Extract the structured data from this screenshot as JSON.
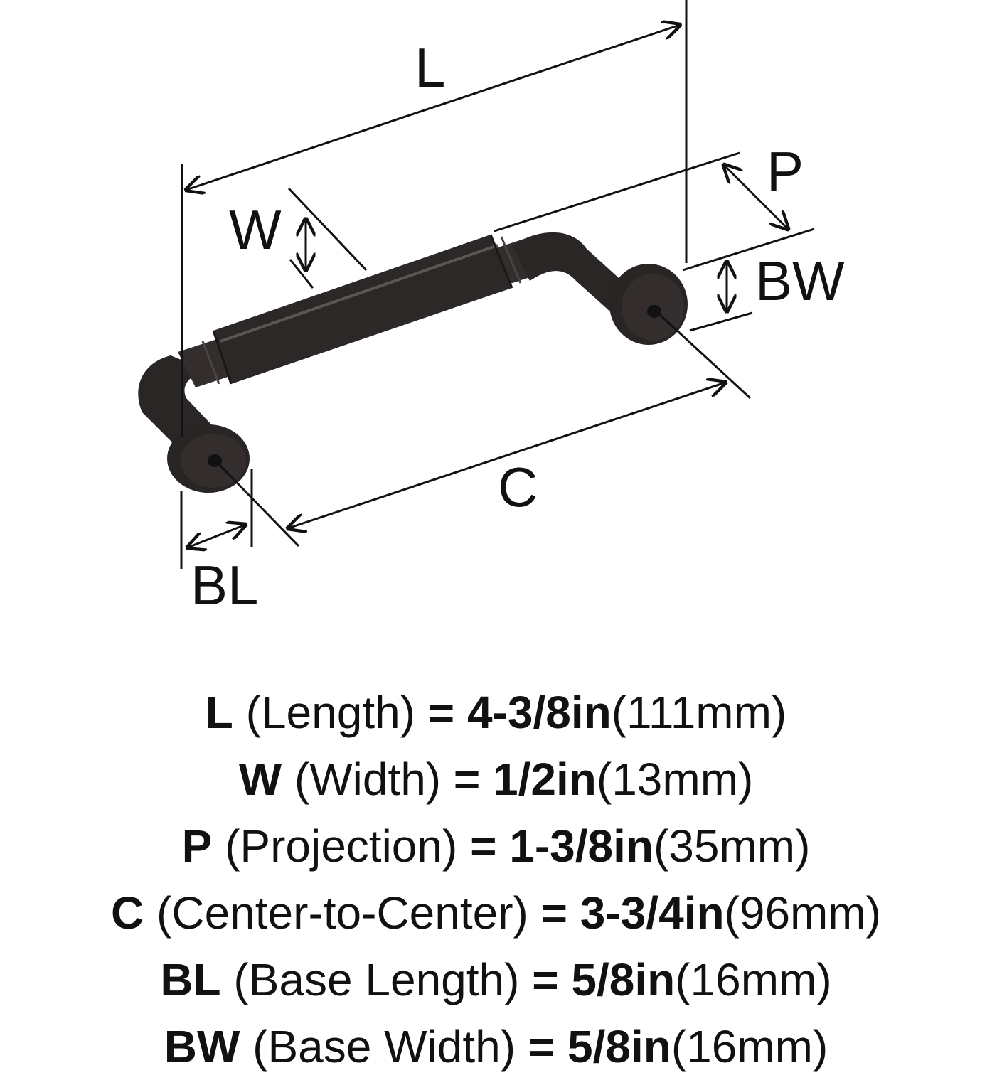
{
  "diagram": {
    "labels": {
      "L": "L",
      "W": "W",
      "P": "P",
      "BW": "BW",
      "C": "C",
      "BL": "BL"
    },
    "handle_color": "#2b2626",
    "line_color": "#111111"
  },
  "specs": [
    {
      "abbr": "L",
      "name": "(Length)",
      "eq": "=",
      "imperial": "4-3/8in",
      "metric": "(111mm)"
    },
    {
      "abbr": "W",
      "name": "(Width)",
      "eq": "=",
      "imperial": "1/2in",
      "metric": "(13mm)"
    },
    {
      "abbr": "P",
      "name": "(Projection)",
      "eq": "=",
      "imperial": "1-3/8in",
      "metric": "(35mm)"
    },
    {
      "abbr": "C",
      "name": "(Center-to-Center)",
      "eq": "=",
      "imperial": "3-3/4in",
      "metric": "(96mm)"
    },
    {
      "abbr": "BL",
      "name": "(Base Length)",
      "eq": "=",
      "imperial": "5/8in",
      "metric": "(16mm)"
    },
    {
      "abbr": "BW",
      "name": "(Base Width)",
      "eq": "=",
      "imperial": "5/8in",
      "metric": "(16mm)"
    }
  ]
}
